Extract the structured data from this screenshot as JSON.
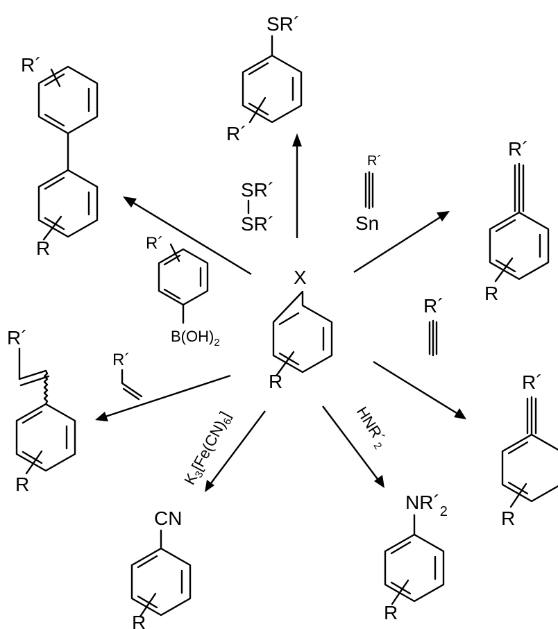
{
  "diagram": {
    "center": {
      "leaving_group": "X",
      "substituent": "R"
    },
    "products": {
      "thioether": {
        "group": "SR´",
        "ring_sub": "R´"
      },
      "biaryl": {
        "top_sub": "R´",
        "bottom_sub": "R"
      },
      "stille_alkyne": {
        "top": "R´",
        "ring_sub": "R"
      },
      "styrene": {
        "top": "R´",
        "ring_sub": "R"
      },
      "sonogashira_alkyne": {
        "top": "R´",
        "ring_sub": "R"
      },
      "nitrile": {
        "group": "CN",
        "ring_sub": "R"
      },
      "amine": {
        "group": "NR´",
        "sub": "2",
        "ring_sub": "R"
      }
    },
    "reagents": {
      "disulfide": {
        "top": "SR´",
        "bottom": "SR´"
      },
      "boronic_acid": {
        "sub": "R´",
        "group": "B(OH)",
        "group_sub": "2"
      },
      "stannyl_alkyne": {
        "top": "R´",
        "metal": "Sn"
      },
      "alkyne": {
        "top": "R´"
      },
      "alkene": {
        "top": "R´"
      },
      "cyanide": {
        "k": "K",
        "k_sub": "3",
        "mid": "[Fe(CN)",
        "mid_sub": "6",
        "end": "]"
      },
      "amine": {
        "main": "HNR´",
        "sub": "2"
      }
    }
  }
}
